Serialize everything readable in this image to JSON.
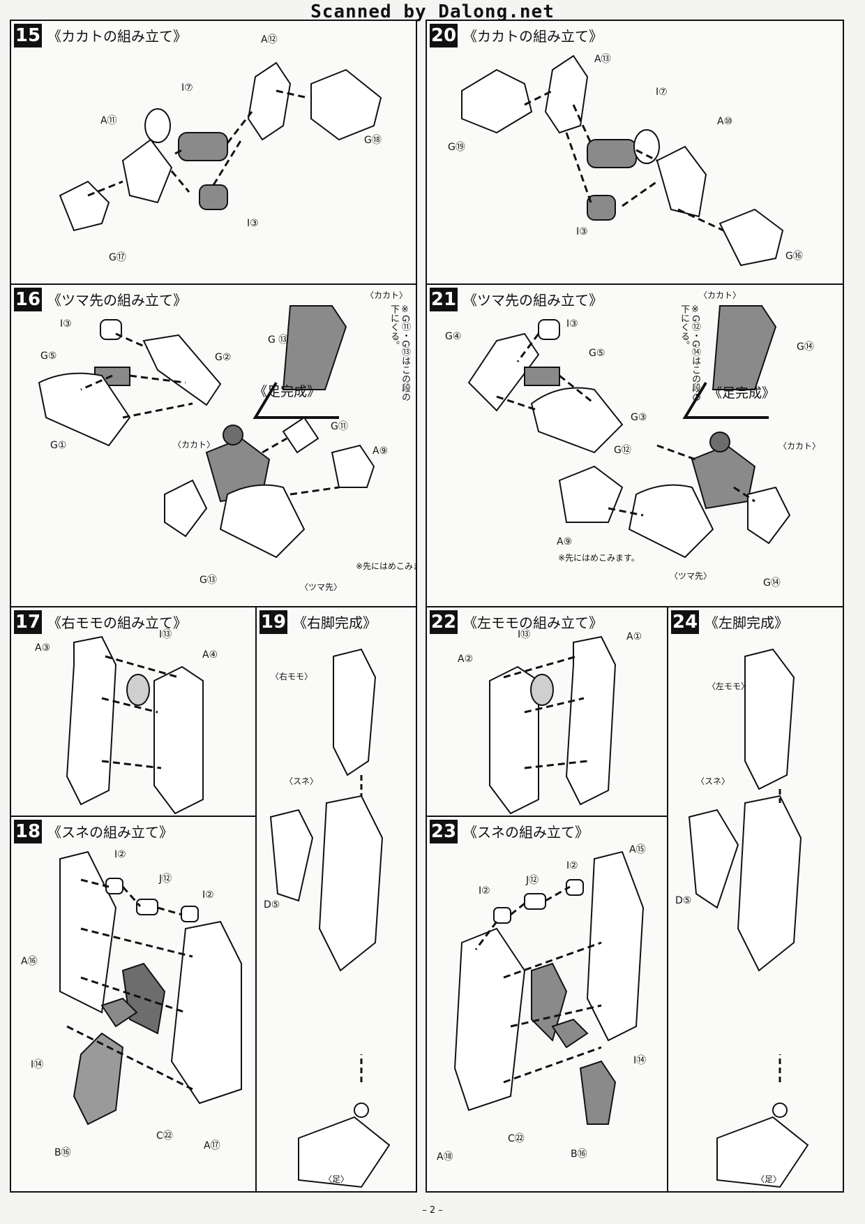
{
  "header": "Scanned by Dalong.net",
  "page_number": "– 2 –",
  "panels": {
    "p15": {
      "step": "15",
      "title": "《カカトの組み立て》",
      "labels": [
        "A⑫",
        "I⑦",
        "A⑪",
        "G⑱",
        "I③",
        "G⑰"
      ]
    },
    "p20": {
      "step": "20",
      "title": "《カカトの組み立て》",
      "labels": [
        "A⑬",
        "I⑦",
        "A⑩",
        "G⑲",
        "I③",
        "G⑯"
      ]
    },
    "p16": {
      "step": "16",
      "title": "《ツマ先の組み立て》",
      "labels": [
        "I③",
        "G⑤",
        "G②",
        "G①",
        "G ⑬",
        "〈カカト〉",
        "G⑪",
        "A⑨",
        "〈カカト〉",
        "G⑬",
        "〈ツマ先〉"
      ],
      "note_vertical": "※G⑪・G⑬はこの段の下にくる。",
      "sub": "《足完成》",
      "note": "※先にはめこみます。"
    },
    "p21": {
      "step": "21",
      "title": "《ツマ先の組み立て》",
      "labels": [
        "I③",
        "G④",
        "G⑤",
        "G③",
        "〈カカト〉",
        "G⑭",
        "G⑫",
        "〈カカト〉",
        "A⑨",
        "〈ツマ先〉",
        "G⑭"
      ],
      "note_vertical": "※G⑫・G⑭はこの段の下にくる。",
      "sub": "《足完成》",
      "note": "※先にはめこみます。"
    },
    "p17": {
      "step": "17",
      "title": "《右モモの組み立て》",
      "labels": [
        "A③",
        "I⑬",
        "A④"
      ]
    },
    "p19": {
      "step": "19",
      "title": "《右脚完成》",
      "labels": [
        "〈右モモ〉",
        "〈スネ〉",
        "D⑤",
        "〈足〉"
      ]
    },
    "p22": {
      "step": "22",
      "title": "《左モモの組み立て》",
      "labels": [
        "I⑬",
        "A①",
        "A②"
      ]
    },
    "p24": {
      "step": "24",
      "title": "《左脚完成》",
      "labels": [
        "〈左モモ〉",
        "〈スネ〉",
        "D⑤",
        "〈足〉"
      ]
    },
    "p18": {
      "step": "18",
      "title": "《スネの組み立て》",
      "labels": [
        "I②",
        "J⑫",
        "I②",
        "A⑯",
        "I⑭",
        "C㉒",
        "B⑯",
        "A⑰"
      ]
    },
    "p23": {
      "step": "23",
      "title": "《スネの組み立て》",
      "labels": [
        "A⑮",
        "I②",
        "J⑫",
        "I②",
        "I⑭",
        "C㉒",
        "B⑯",
        "A⑱"
      ]
    }
  },
  "colors": {
    "ink": "#111111",
    "paper": "#fafaf8",
    "part_gray": "#9a9a9a",
    "part_dark": "#6d6d6d"
  }
}
